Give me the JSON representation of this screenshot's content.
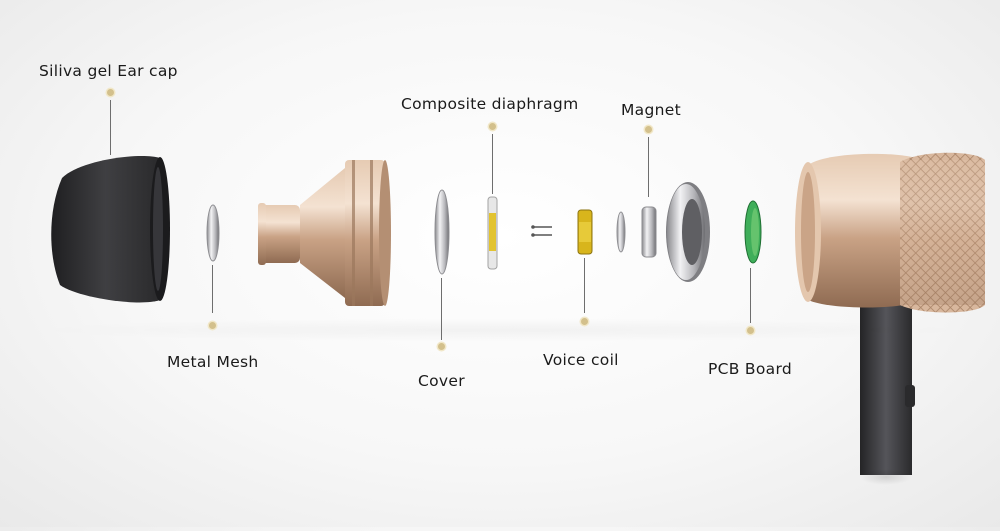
{
  "labels": {
    "ear_cap": "Siliva gel Ear cap",
    "metal_mesh": "Metal Mesh",
    "cover": "Cover",
    "diaphragm": "Composite diaphragm",
    "voice_coil": "Voice coil",
    "magnet": "Magnet",
    "pcb": "PCB Board"
  },
  "colors": {
    "accent_dot": "#d3c08c",
    "gold": "#cfa98a",
    "ear_cap": "#2f2f31",
    "cable": "#3a3a3c",
    "pcb_green": "#3fae5a",
    "coil_yellow": "#d8b51c"
  }
}
